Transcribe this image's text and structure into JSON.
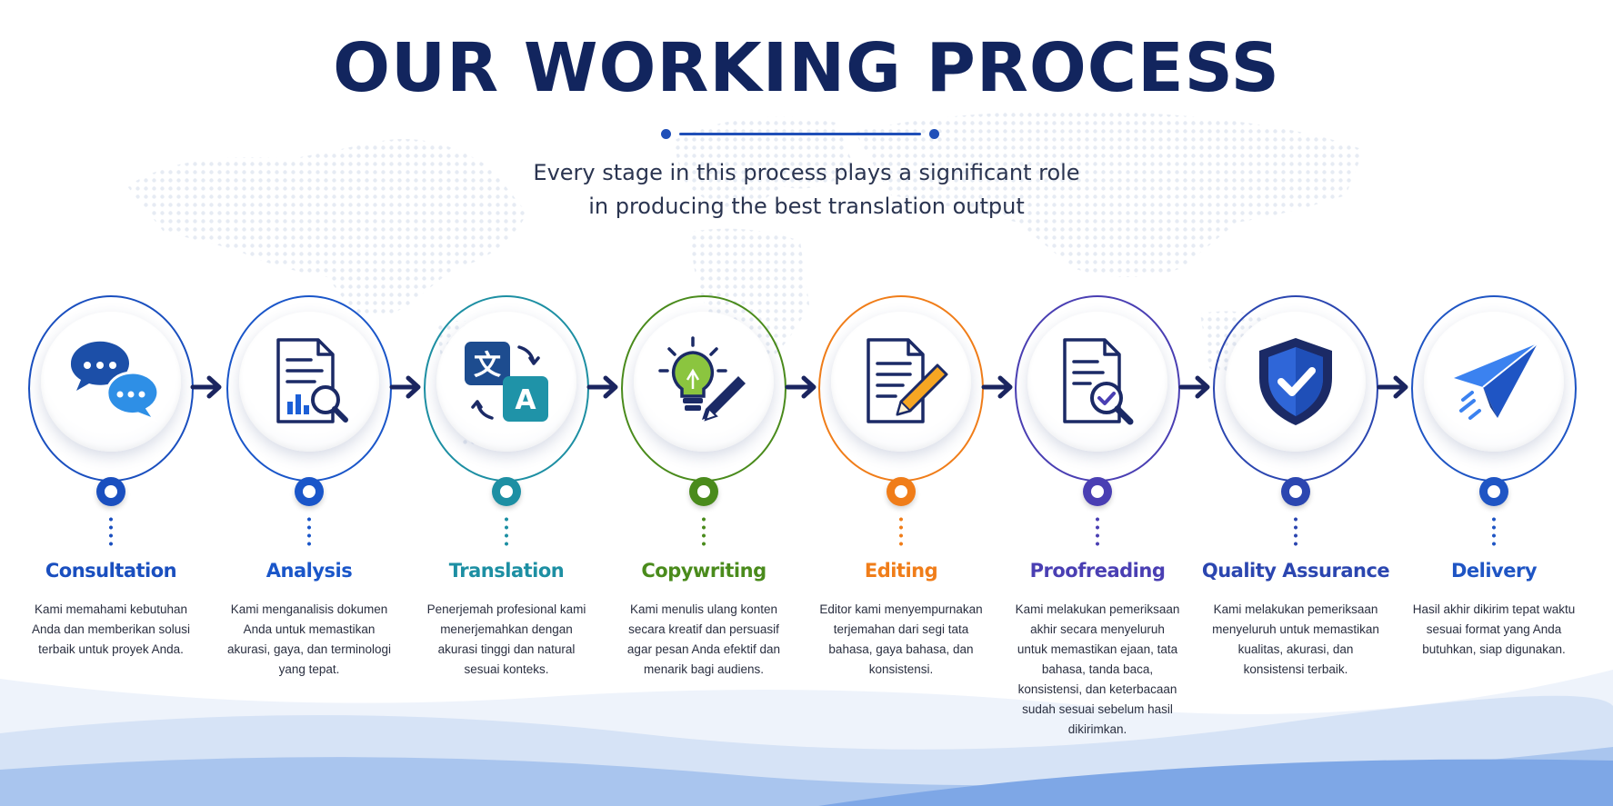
{
  "header": {
    "title": "OUR WORKING PROCESS",
    "subtitle_line1": "Every stage in this process plays a significant role",
    "subtitle_line2": "in producing the best translation output"
  },
  "colors": {
    "title": "#12255e",
    "arrow": "#1b2560",
    "consultation": "#1a4fbf",
    "analysis": "#1a56c9",
    "translation": "#1d8fa3",
    "copywriting": "#4a8b1c",
    "editing": "#f07d19",
    "proofreading": "#4a3fb3",
    "quality_assurance": "#2b46b0",
    "delivery": "#1f55c4"
  },
  "steps": [
    {
      "label": "Consultation",
      "icon": "chat-bubbles-icon",
      "desc": [
        "Kami memahami kebutuhan",
        "Anda dan memberikan solusi",
        "terbaik untuk proyek Anda."
      ]
    },
    {
      "label": "Analysis",
      "icon": "document-analysis-icon",
      "desc": [
        "Kami menganalisis dokumen",
        "Anda untuk memastikan",
        "akurasi, gaya, dan terminologi",
        "yang tepat."
      ]
    },
    {
      "label": "Translation",
      "icon": "translate-icon",
      "desc": [
        "Penerjemah profesional kami",
        "menerjemahkan dengan",
        "akurasi tinggi dan natural",
        "sesuai konteks."
      ]
    },
    {
      "label": "Copywriting",
      "icon": "lightbulb-pencil-icon",
      "desc": [
        "Kami menulis ulang konten",
        "secara kreatif dan persuasif",
        "agar pesan Anda efektif dan",
        "menarik bagi audiens."
      ]
    },
    {
      "label": "Editing",
      "icon": "document-edit-icon",
      "desc": [
        "Editor kami menyempurnakan",
        "terjemahan dari segi tata",
        "bahasa, gaya bahasa, dan",
        "konsistensi."
      ]
    },
    {
      "label": "Proofreading",
      "icon": "document-check-icon",
      "desc": [
        "Kami melakukan pemeriksaan",
        "akhir secara menyeluruh",
        "untuk memastikan ejaan, tata",
        "bahasa, tanda baca,",
        "konsistensi, dan keterbacaan",
        "sudah sesuai sebelum hasil",
        "dikirimkan."
      ]
    },
    {
      "label": "Quality Assurance",
      "icon": "shield-check-icon",
      "desc": [
        "Kami melakukan pemeriksaan",
        "menyeluruh untuk memastikan",
        "kualitas, akurasi, dan",
        "konsistensi terbaik."
      ]
    },
    {
      "label": "Delivery",
      "icon": "paper-plane-icon",
      "desc": [
        "Hasil akhir dikirim tepat waktu",
        "sesuai format yang Anda",
        "butuhkan, siap digunakan."
      ]
    }
  ]
}
